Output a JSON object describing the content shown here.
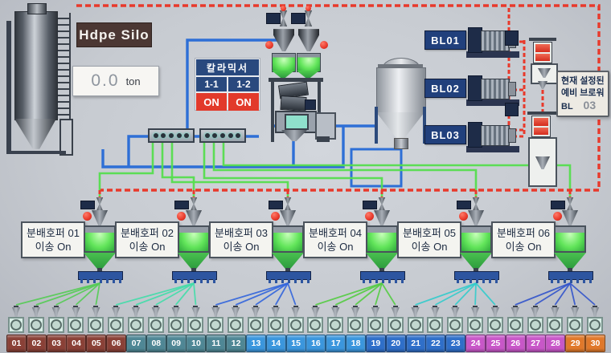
{
  "silo": {
    "title": "Hdpe Silo",
    "weight": "0.0",
    "unit": "ton"
  },
  "color_mixer": {
    "title": "칼라믹서",
    "on_color": "#e23a2b",
    "header_color": "#29497e",
    "units": [
      {
        "id": "1-1",
        "state": "ON"
      },
      {
        "id": "1-2",
        "state": "ON"
      }
    ]
  },
  "blowers": [
    {
      "label": "BL01"
    },
    {
      "label": "BL02"
    },
    {
      "label": "BL03"
    }
  ],
  "standby_panel": {
    "line1": "현재 설정된",
    "line2": "예비 브로워",
    "bl_label": "BL",
    "bl_value": "03"
  },
  "dist_hoppers": [
    {
      "name": "분배호퍼 01",
      "status": "이송 On",
      "fan_color": "#55cc55"
    },
    {
      "name": "분배호퍼 02",
      "status": "이송 On",
      "fan_color": "#44ddaa"
    },
    {
      "name": "분배호퍼 03",
      "status": "이송 On",
      "fan_color": "#3366dd"
    },
    {
      "name": "분배호퍼 04",
      "status": "이송 On",
      "fan_color": "#55cc44"
    },
    {
      "name": "분배호퍼 05",
      "status": "이송 On",
      "fan_color": "#33cccc"
    },
    {
      "name": "분배호퍼 06",
      "status": "이송 On",
      "fan_color": "#3355cc"
    }
  ],
  "bottom_units": [
    {
      "num": "01",
      "color": "#8a4137"
    },
    {
      "num": "02",
      "color": "#8a4137"
    },
    {
      "num": "03",
      "color": "#8a4137"
    },
    {
      "num": "04",
      "color": "#8a4137"
    },
    {
      "num": "05",
      "color": "#8a4137"
    },
    {
      "num": "06",
      "color": "#8a4137"
    },
    {
      "num": "07",
      "color": "#4f8795"
    },
    {
      "num": "08",
      "color": "#4f8795"
    },
    {
      "num": "09",
      "color": "#4f8795"
    },
    {
      "num": "10",
      "color": "#4f8795"
    },
    {
      "num": "11",
      "color": "#4f8795"
    },
    {
      "num": "12",
      "color": "#4f8795"
    },
    {
      "num": "13",
      "color": "#3b96dd"
    },
    {
      "num": "14",
      "color": "#3b96dd"
    },
    {
      "num": "15",
      "color": "#3b96dd"
    },
    {
      "num": "16",
      "color": "#3b96dd"
    },
    {
      "num": "17",
      "color": "#3b96dd"
    },
    {
      "num": "18",
      "color": "#3b96dd"
    },
    {
      "num": "19",
      "color": "#2f6fc9"
    },
    {
      "num": "20",
      "color": "#2f6fc9"
    },
    {
      "num": "21",
      "color": "#2f6fc9"
    },
    {
      "num": "22",
      "color": "#2f6fc9"
    },
    {
      "num": "23",
      "color": "#2f6fc9"
    },
    {
      "num": "24",
      "color": "#c857c8"
    },
    {
      "num": "25",
      "color": "#c857c8"
    },
    {
      "num": "26",
      "color": "#c857c8"
    },
    {
      "num": "27",
      "color": "#c857c8"
    },
    {
      "num": "28",
      "color": "#c857c8"
    },
    {
      "num": "29",
      "color": "#e0782a"
    },
    {
      "num": "30",
      "color": "#e0782a"
    }
  ]
}
